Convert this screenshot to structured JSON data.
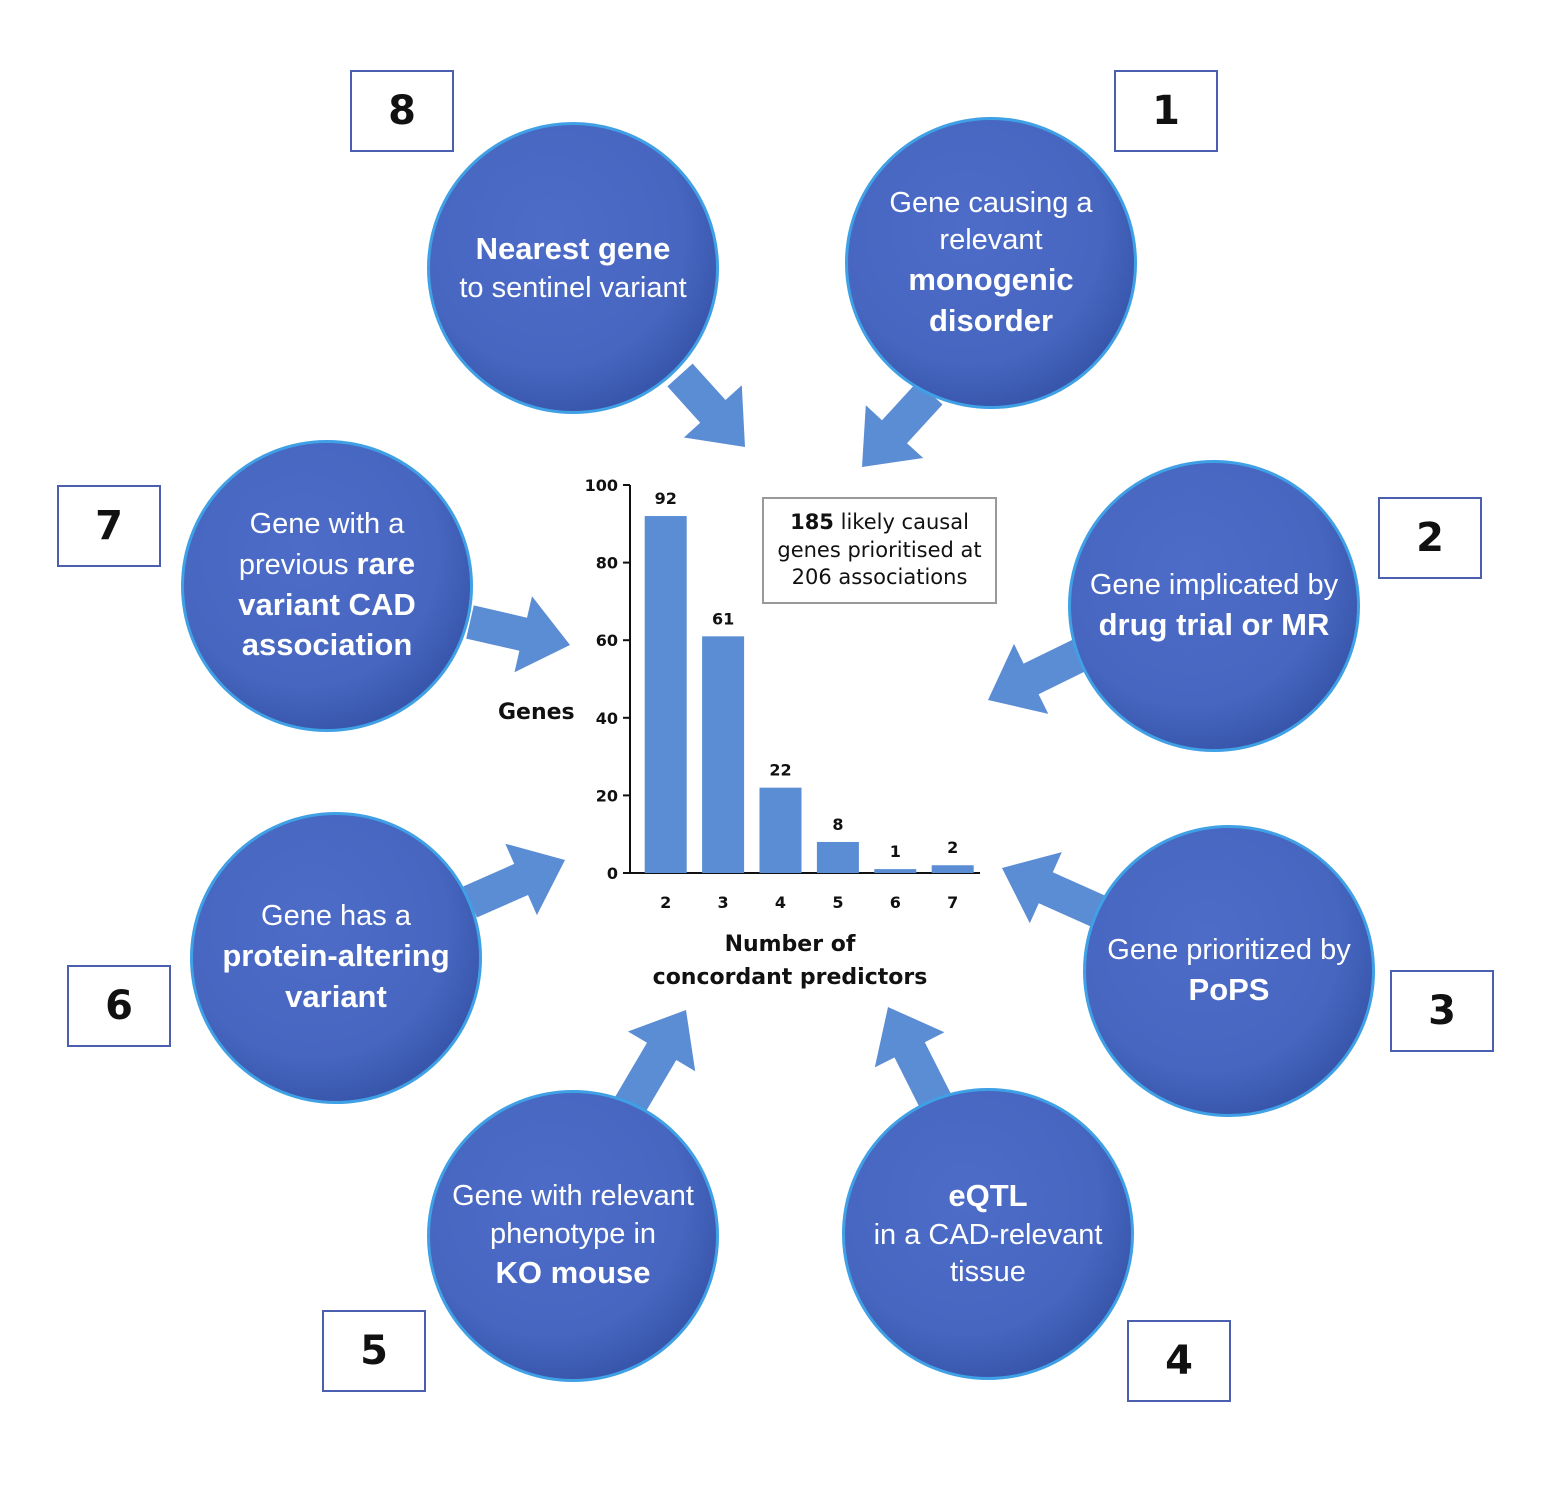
{
  "boxes": [
    "1",
    "2",
    "3",
    "4",
    "5",
    "6",
    "7",
    "8"
  ],
  "circles": {
    "c1": {
      "pre": "Gene causing a relevant",
      "bold": "monogenic disorder",
      "post": ""
    },
    "c2": {
      "pre": "Gene implicated by",
      "bold": "drug trial or MR",
      "post": ""
    },
    "c3": {
      "pre": "Gene prioritized by",
      "bold": "PoPS",
      "post": ""
    },
    "c4": {
      "pre": "",
      "bold": "eQTL",
      "post": "in a CAD-relevant tissue"
    },
    "c5": {
      "pre": "Gene with relevant phenotype in",
      "bold": "KO mouse",
      "post": ""
    },
    "c6": {
      "pre": "Gene has a",
      "bold": "protein-altering variant",
      "post": ""
    },
    "c7": {
      "pre": "Gene with a previous",
      "bold": "rare variant CAD association",
      "post": ""
    },
    "c8": {
      "pre": "",
      "bold": "Nearest gene",
      "post": "to sentinel variant"
    }
  },
  "summary": {
    "count": "185",
    "line1_rest": "likely causal",
    "line2": "genes prioritised at",
    "line3": "206 associations"
  },
  "colors": {
    "circle_fill": "#4766c0",
    "circle_border": "#3fa0e6",
    "arrow": "#5b8dd4",
    "bar": "#5b8dd4",
    "box_border": "#4a5fb0"
  },
  "chart_data": {
    "type": "bar",
    "categories": [
      "2",
      "3",
      "4",
      "5",
      "6",
      "7"
    ],
    "values": [
      92,
      61,
      22,
      8,
      1,
      2
    ],
    "data_labels": [
      "92",
      "61",
      "22",
      "8",
      "1",
      "2"
    ],
    "ylim": [
      0,
      100
    ],
    "yticks": [
      "0",
      "20",
      "40",
      "60",
      "80",
      "100"
    ],
    "ylabel": "Genes",
    "xlabel_line1": "Number of",
    "xlabel_line2": "concordant predictors",
    "grid": false
  }
}
